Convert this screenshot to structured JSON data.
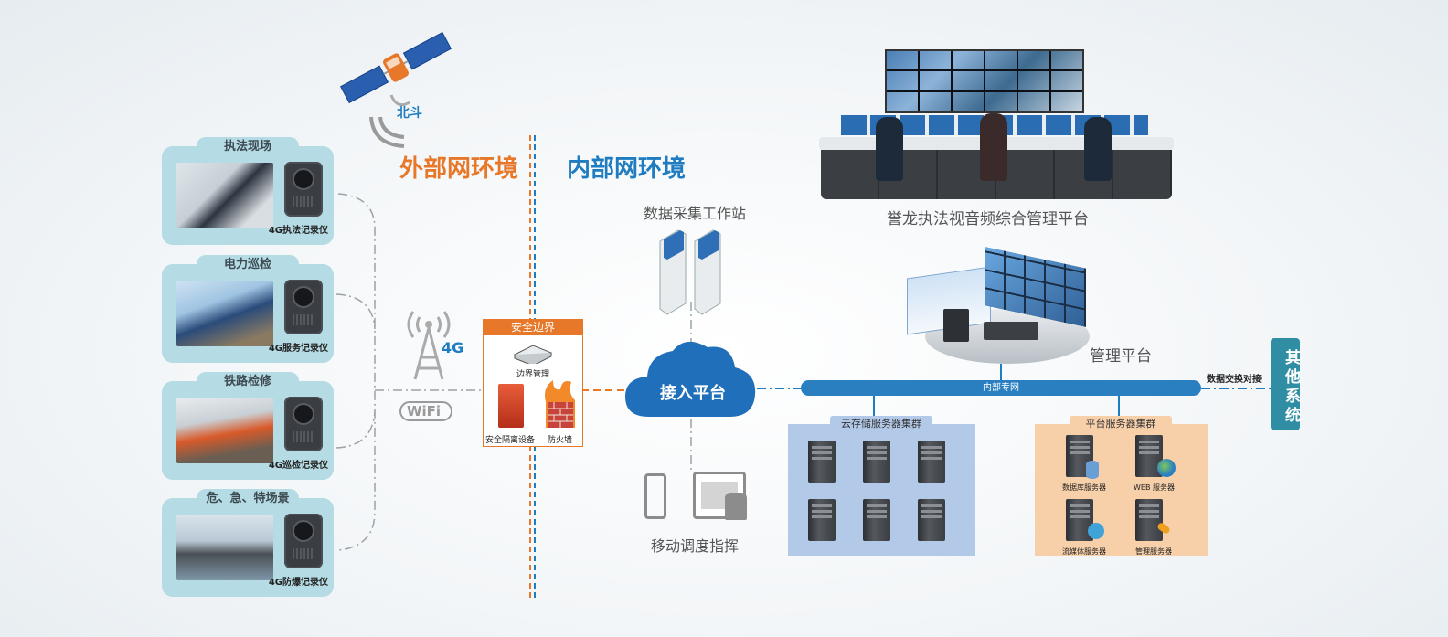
{
  "satellite": {
    "label": "北斗"
  },
  "zones": {
    "outer": "外部网环境",
    "inner": "内部网环境"
  },
  "scenes": [
    {
      "title": "执法现场",
      "device": "4G执法记录仪"
    },
    {
      "title": "电力巡检",
      "device": "4G服务记录仪"
    },
    {
      "title": "铁路检修",
      "device": "4G巡检记录仪"
    },
    {
      "title": "危、急、特场景",
      "device": "4G防爆记录仪"
    }
  ],
  "wireless": {
    "cell": "4G",
    "wifi": "WiFi"
  },
  "security": {
    "title": "安全边界",
    "border_mgmt": "边界管理",
    "isolation": "安全隔离设备",
    "firewall": "防火墙"
  },
  "access": {
    "label": "接入平台"
  },
  "workstation": {
    "label": "数据采集工作站"
  },
  "mobile": {
    "label": "移动调度指挥"
  },
  "command_center": {
    "label": "誉龙执法视音频综合管理平台"
  },
  "management": {
    "label": "管理平台"
  },
  "bus": {
    "label": "内部专网"
  },
  "exchange": {
    "label": "数据交换对接"
  },
  "other": {
    "label": "其他系统"
  },
  "cloud_cluster": {
    "title": "云存储服务器集群"
  },
  "platform_cluster": {
    "title": "平台服务器集群",
    "servers": [
      "数据库服务器",
      "WEB 服务器",
      "流媒体服务器",
      "管理服务器"
    ]
  },
  "colors": {
    "orange": "#e7782a",
    "blue": "#1f7cc0",
    "teal": "#2f8ea3",
    "card": "#b5dbe4"
  }
}
